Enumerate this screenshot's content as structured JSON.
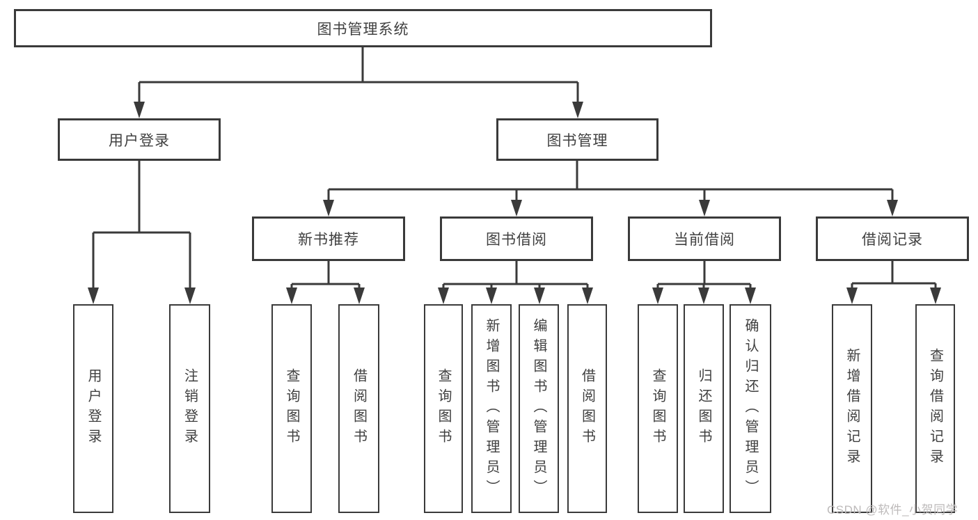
{
  "colors": {
    "line": "#3a3a3a",
    "box_border": "#3a3a3a",
    "text": "#404040",
    "watermark": "#bdbaba",
    "background": "#ffffff"
  },
  "watermark": {
    "text": "CSDN @软件_小贺同学"
  },
  "tree": {
    "label": "图书管理系统",
    "children": [
      {
        "label": "用户登录",
        "children": [
          {
            "label": "用户登录"
          },
          {
            "label": "注销登录"
          }
        ]
      },
      {
        "label": "图书管理",
        "children": [
          {
            "label": "新书推荐",
            "children": [
              {
                "label": "查询图书"
              },
              {
                "label": "借阅图书"
              }
            ]
          },
          {
            "label": "图书借阅",
            "children": [
              {
                "label": "查询图书"
              },
              {
                "label": "新增图书（管理员）"
              },
              {
                "label": "编辑图书（管理员）"
              },
              {
                "label": "借阅图书"
              }
            ]
          },
          {
            "label": "当前借阅",
            "children": [
              {
                "label": "查询图书"
              },
              {
                "label": "归还图书"
              },
              {
                "label": "确认归还（管理员）"
              }
            ]
          },
          {
            "label": "借阅记录",
            "children": [
              {
                "label": "新增借阅记录"
              },
              {
                "label": "查询借阅记录"
              }
            ]
          }
        ]
      }
    ]
  }
}
